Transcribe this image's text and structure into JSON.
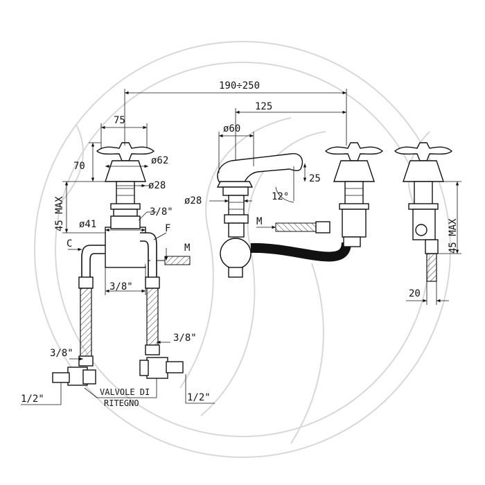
{
  "labels": {
    "dim_190_250": "190÷250",
    "dim_125": "125",
    "dim_75": "75",
    "dim_60": "ø60",
    "dim_70": "70",
    "dim_62": "ø62",
    "dim_28_left": "ø28",
    "dim_28_center": "ø28",
    "dim_25": "25",
    "dim_12deg": "12°",
    "dim_45max_left": "45 MAX",
    "dim_45max_right": "45 MAX",
    "dim_41": "ø41",
    "dim_38_top": "3/8\"",
    "label_f": "F",
    "label_c": "C",
    "label_m_left": "M",
    "label_m_center": "M",
    "dim_38_mid": "3/8\"",
    "dim_38_right": "3/8\"",
    "dim_38_left": "3/8\"",
    "dim_12_left": "1/2\"",
    "dim_12_right": "1/2\"",
    "label_valvole_1": "VALVOLE DI",
    "label_valvole_2": "RITEGNO",
    "dim_20": "20"
  }
}
